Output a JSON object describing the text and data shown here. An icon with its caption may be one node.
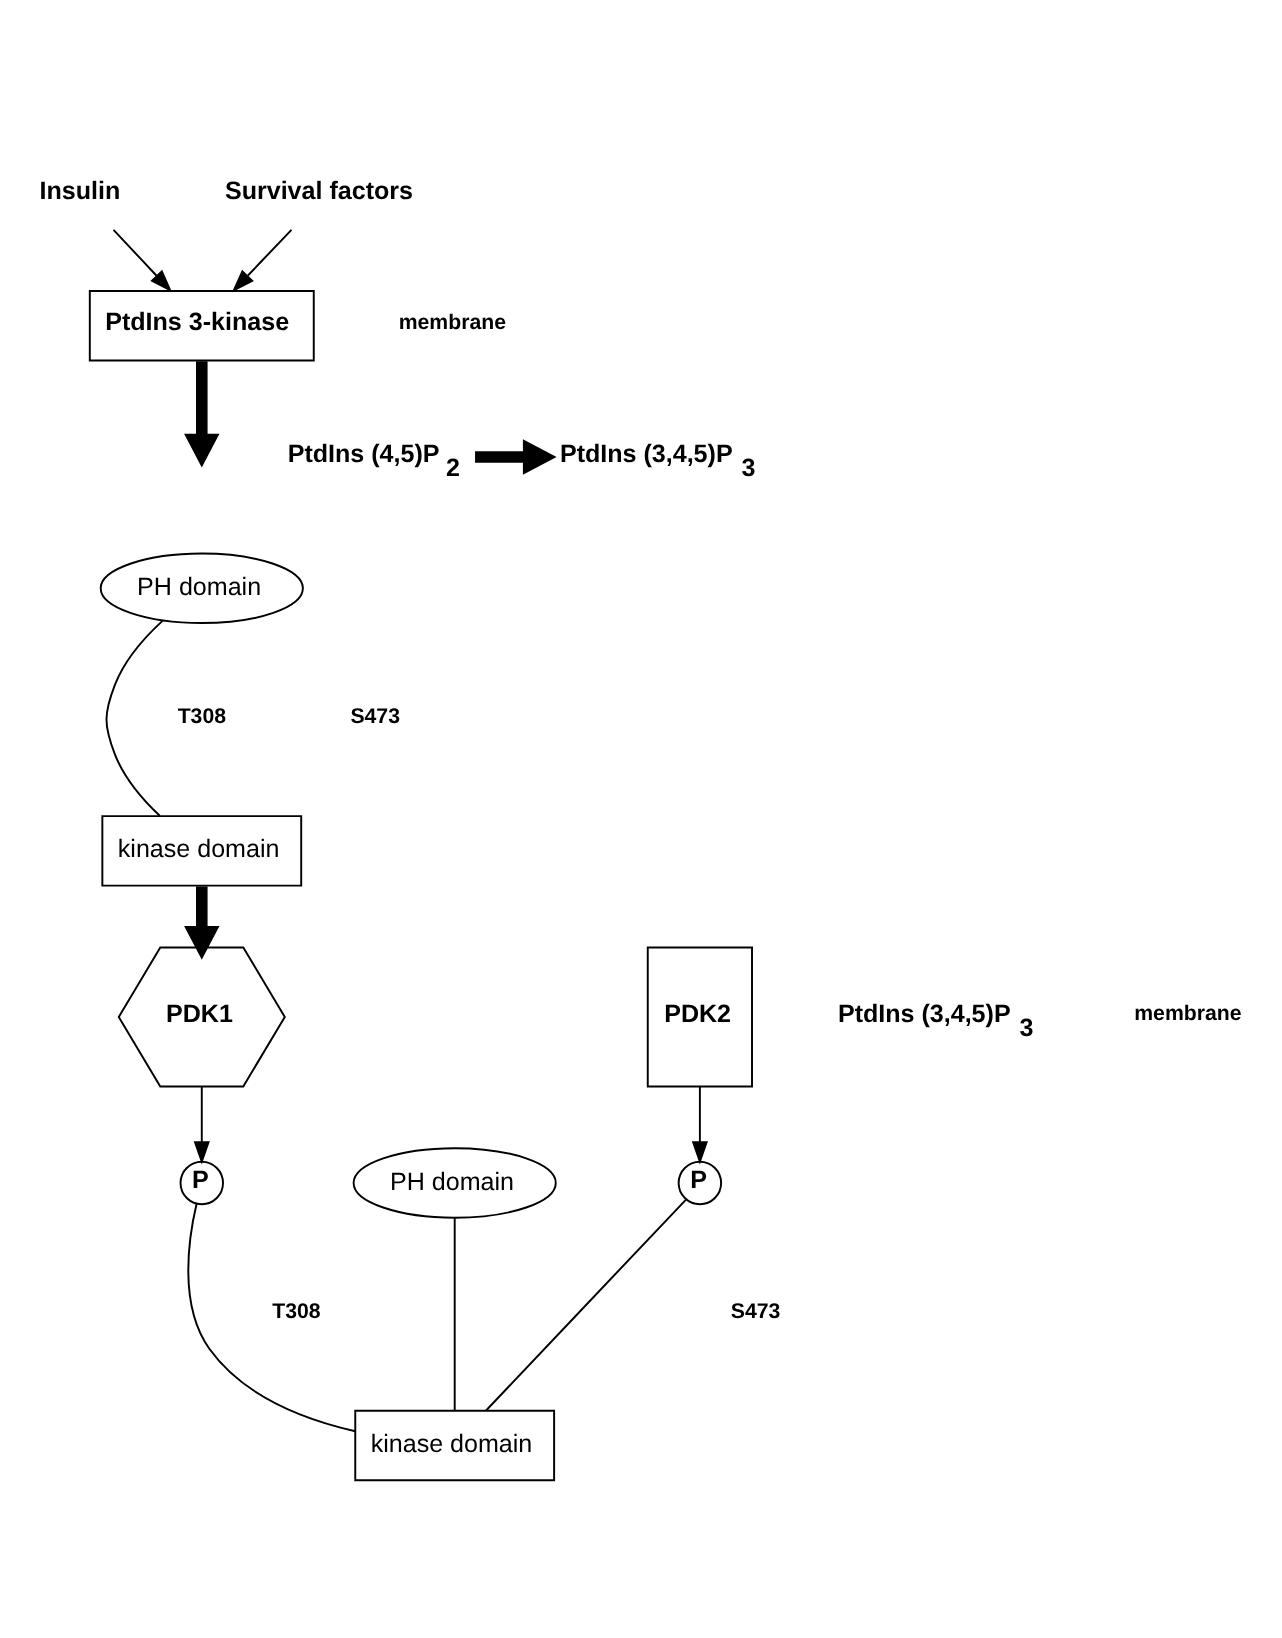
{
  "diagram": {
    "nodes": [
      {
        "text": [
          "Insulin"
        ]
      },
      {
        "text": [
          "Survival factors"
        ]
      },
      {
        "text": [
          "PtdIns 3-kinase"
        ]
      },
      {
        "text": [
          "PtdIns (4,5)P$_{2}$"
        ]
      },
      {
        "text": [
          "PtdIns (3,4,5)P$_{3}$"
        ]
      },
      {
        "text": [
          "PH domain"
        ]
      },
      {
        "text": [
          "kinase domain"
        ]
      },
      {
        "text": [
          "PDK1"
        ]
      },
      {
        "text": [
          "PDK2"
        ]
      },
      {
        "text": [
          "PtdIns (3,4,5)P$_{3}$"
        ]
      },
      {
        "text": [
          "PH domain"
        ]
      },
      {
        "text": [
          "P"
        ]
      },
      {
        "text": [
          "P"
        ]
      },
      {
        "text": [
          "kinase domain"
        ]
      }
    ],
    "edges": [
      {
        "from": 0,
        "to": 2,
        "arrow": "to"
      },
      {
        "from": 1,
        "to": 2,
        "arrow": "to"
      },
      {
        "from": 2,
        "to": null,
        "arrow": "to",
        "style": "thick"
      },
      {
        "from": 3,
        "to": 4,
        "arrow": "to",
        "style": "thick"
      },
      {
        "from": 5,
        "to": 6,
        "arrow": "none"
      },
      {
        "from": 6,
        "to": 7,
        "arrow": "to",
        "style": "thick"
      },
      {
        "from": 7,
        "to": 11,
        "arrow": "to"
      },
      {
        "from": 8,
        "to": 12,
        "arrow": "to"
      },
      {
        "from": 10,
        "to": 13,
        "arrow": "none"
      },
      {
        "from": 11,
        "to": 13,
        "arrow": "none"
      },
      {
        "from": 12,
        "to": 13,
        "arrow": "none"
      }
    ],
    "labels": [
      "membrane",
      "T308",
      "S473",
      "membrane",
      "T308",
      "S473"
    ]
  }
}
